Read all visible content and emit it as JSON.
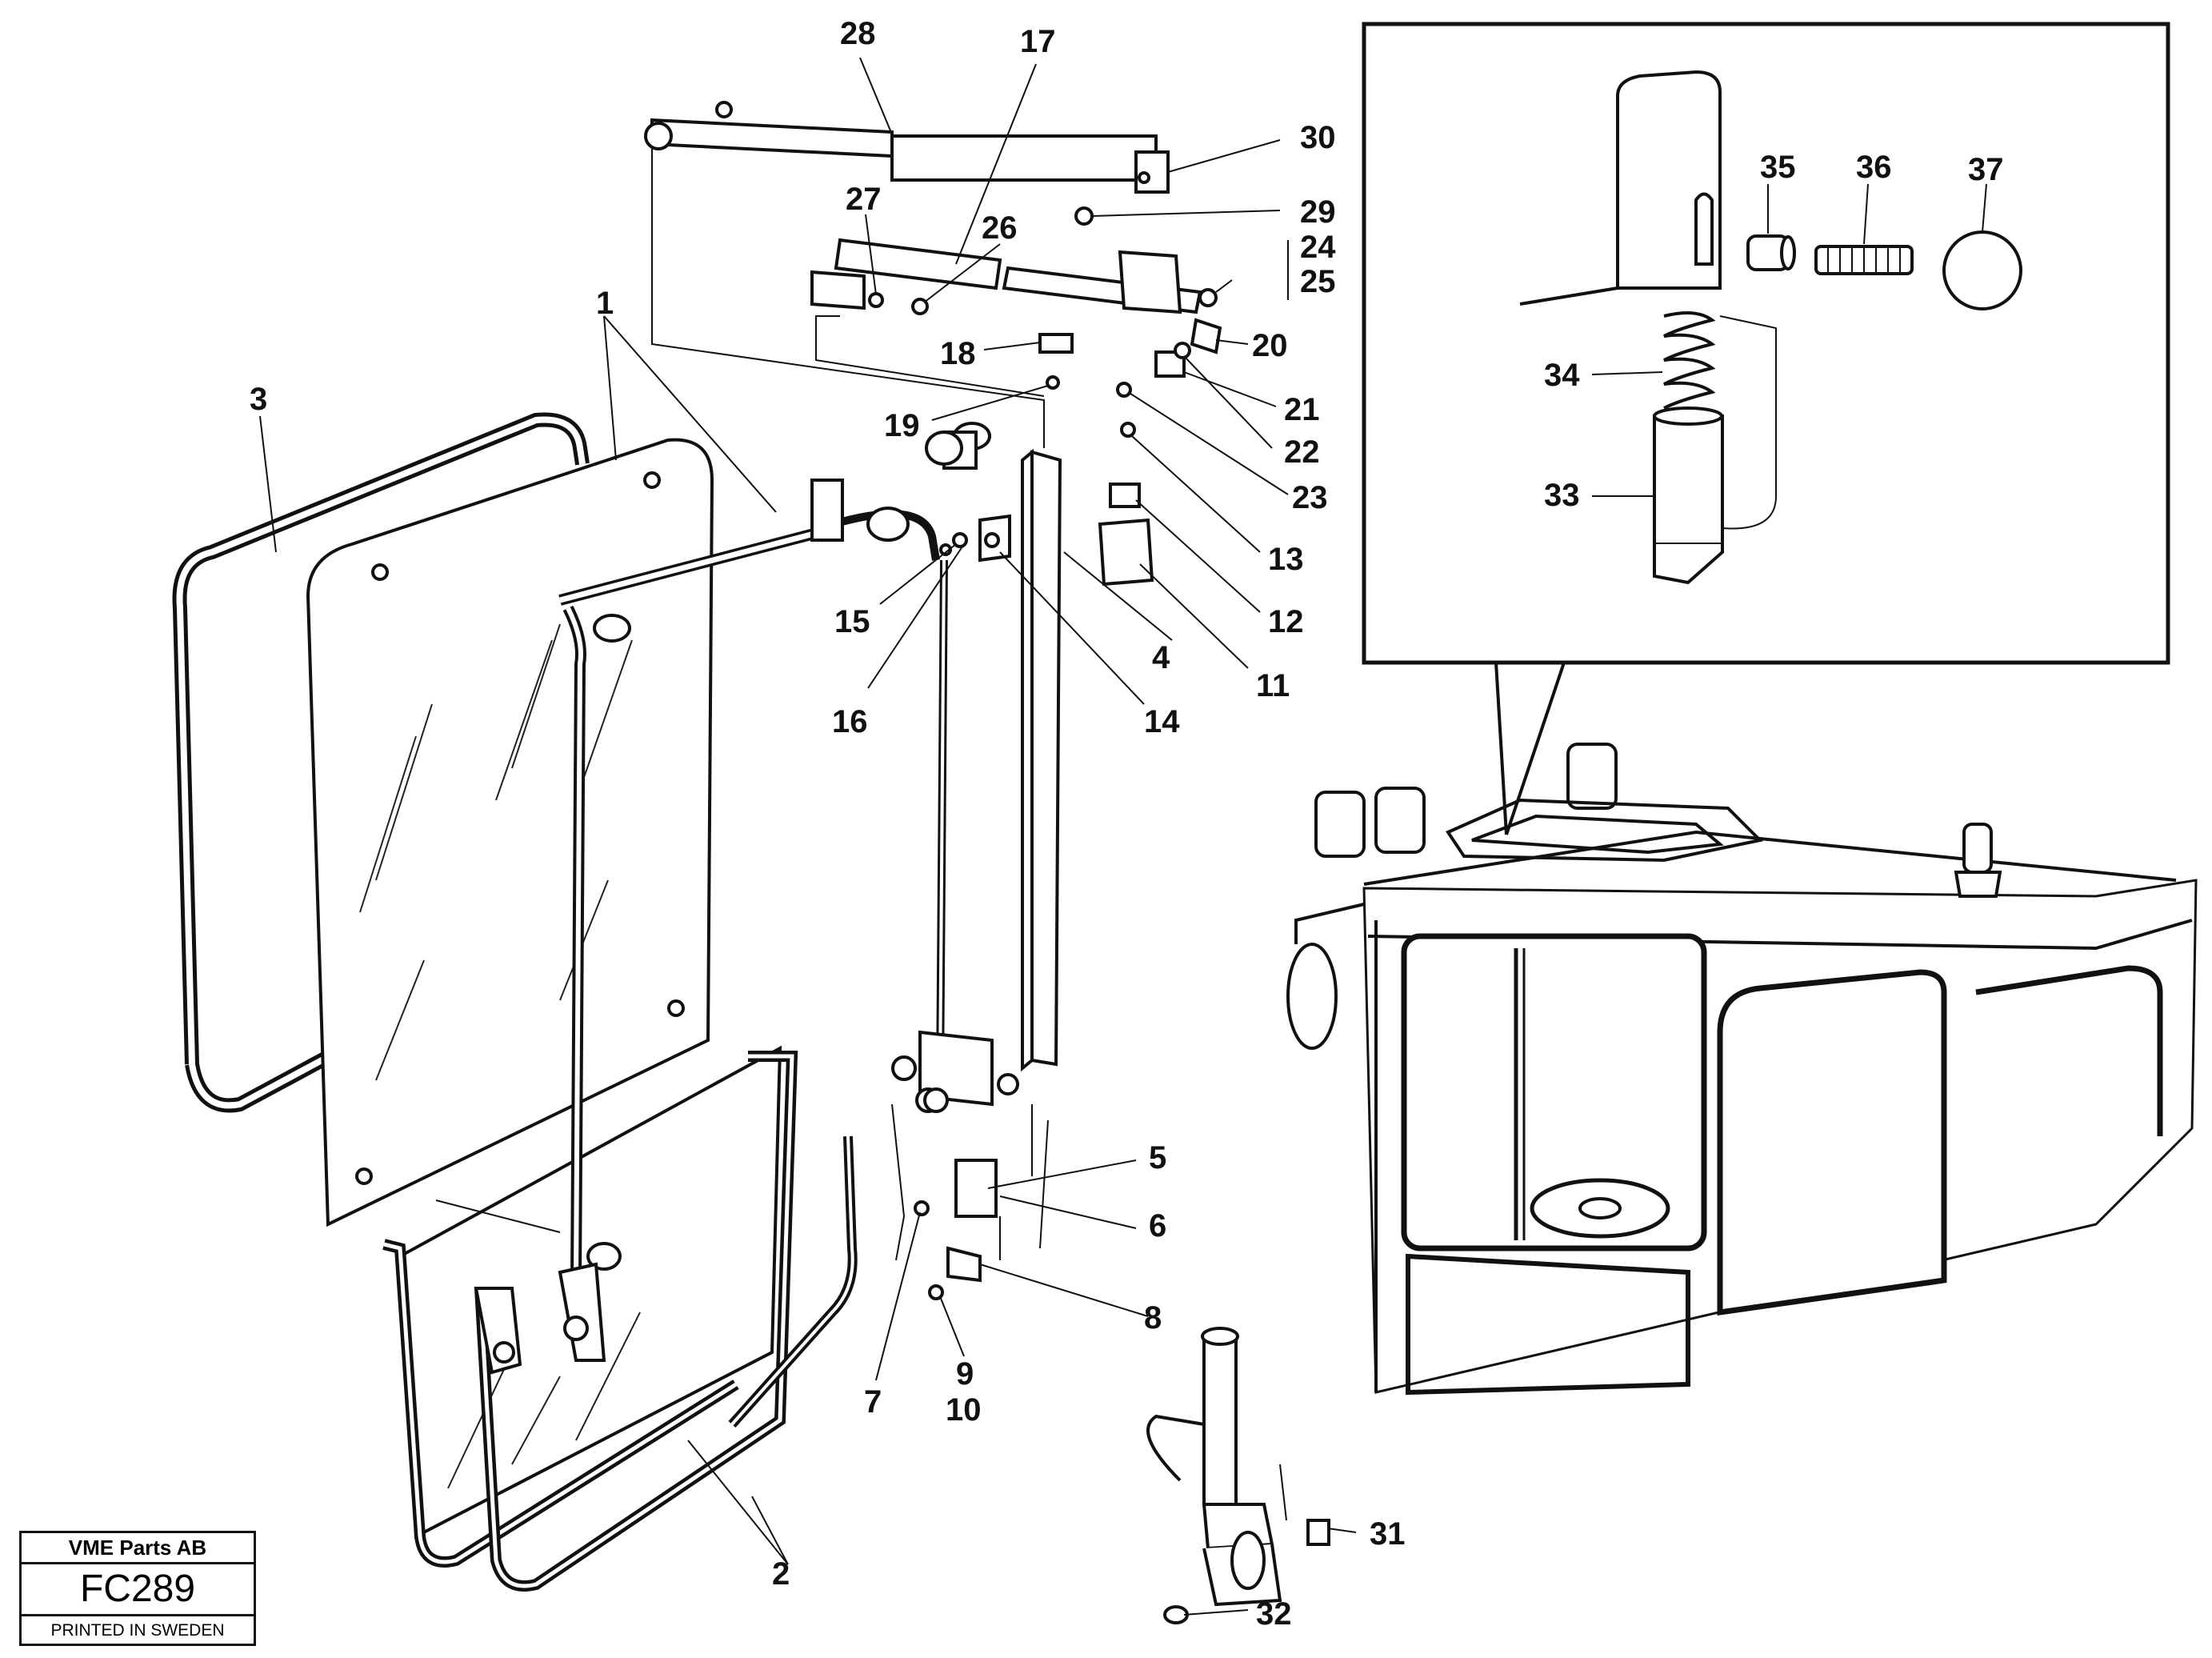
{
  "title_block": {
    "company": "VME Parts AB",
    "code": "FC289",
    "footer": "PRINTED IN SWEDEN"
  },
  "callouts": [
    "1",
    "2",
    "3",
    "4",
    "5",
    "6",
    "7",
    "8",
    "9",
    "10",
    "11",
    "12",
    "13",
    "14",
    "15",
    "16",
    "17",
    "18",
    "19",
    "20",
    "21",
    "22",
    "23",
    "24",
    "25",
    "26",
    "27",
    "28",
    "29",
    "30",
    "31",
    "32",
    "33",
    "34",
    "35",
    "36",
    "37"
  ]
}
